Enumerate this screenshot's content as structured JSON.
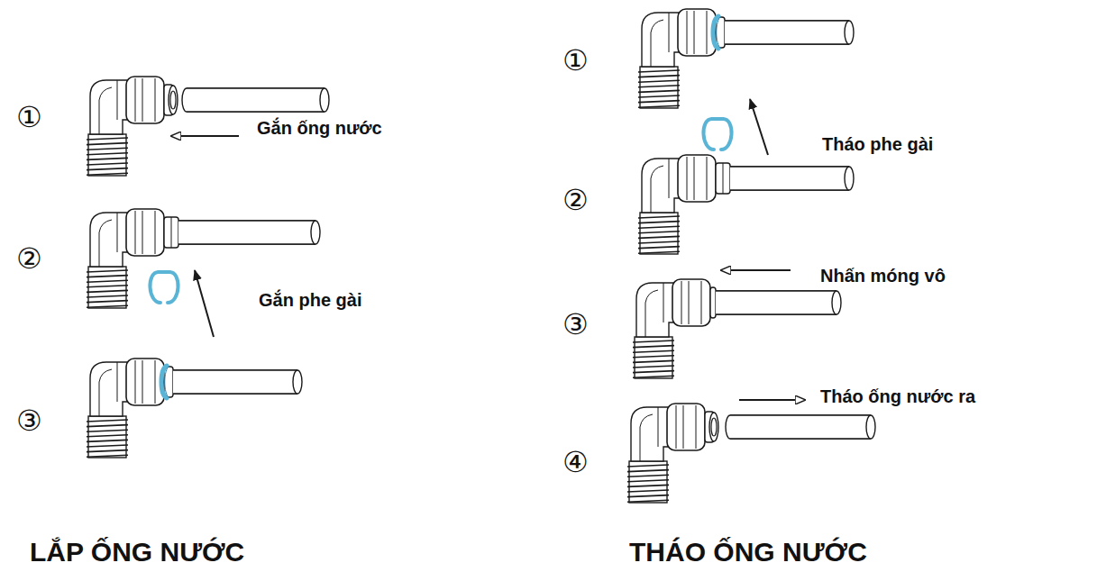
{
  "diagram": {
    "labels": [
      "①",
      "Gắn ống nước",
      "②",
      "Gắn phe gài",
      "③",
      "LẮP ỐNG NƯỚC",
      "①",
      "Tháo phe gài",
      "②",
      "Nhấn móng vô",
      "③",
      "Tháo ống nước ra",
      "④",
      "THÁO ỐNG NƯỚC"
    ]
  }
}
